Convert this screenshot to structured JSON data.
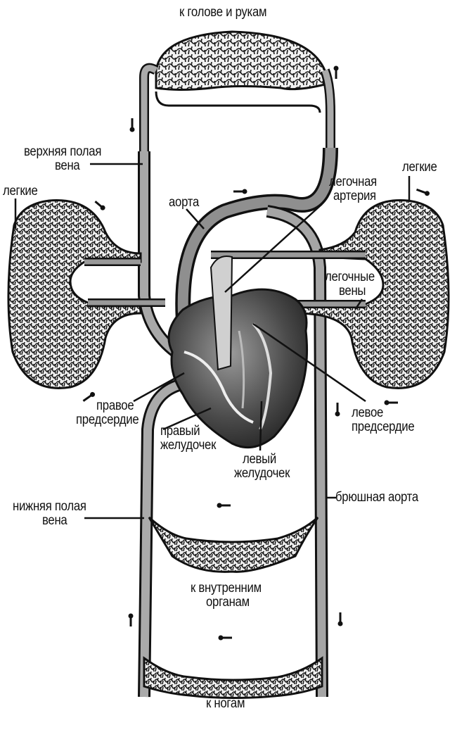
{
  "title": "Схема кровообращения",
  "labels": {
    "head_arms": "к голове и рукам",
    "superior_vena_cava_1": "верхняя полая",
    "superior_vena_cava_2": "вена",
    "lungs_left": "легкие",
    "lungs_right": "легкие",
    "aorta": "аорта",
    "pulmonary_artery_1": "легочная",
    "pulmonary_artery_2": "артерия",
    "pulmonary_veins_1": "легочные",
    "pulmonary_veins_2": "вены",
    "right_atrium_1": "правое",
    "right_atrium_2": "предсердие",
    "right_ventricle_1": "правый",
    "right_ventricle_2": "желудочек",
    "left_ventricle_1": "левый",
    "left_ventricle_2": "желудочек",
    "left_atrium_1": "левое",
    "left_atrium_2": "предсердие",
    "abdominal_aorta": "брюшная аорта",
    "inferior_vena_cava_1": "нижняя полая",
    "inferior_vena_cava_2": "вена",
    "internal_organs_1": "к внутренним",
    "internal_organs_2": "органам",
    "legs": "к ногам"
  },
  "colors": {
    "ink": "#111111",
    "vessel_fill": "#9a9a9a",
    "vessel_light": "#c8c8c8",
    "heart_dark": "#3a3a3a",
    "capillary_bg": "#f4f4f4"
  },
  "flow_arrows": [
    "arrow-down",
    "arrow-up",
    "arrow-right",
    "arrow-left"
  ]
}
